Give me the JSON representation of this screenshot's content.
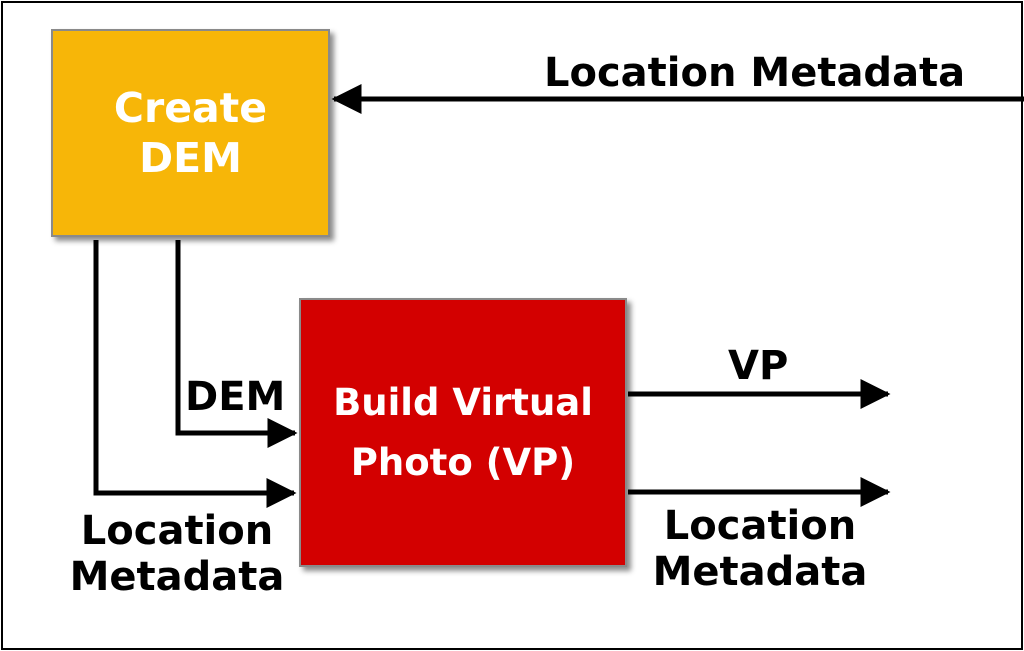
{
  "boxes": {
    "create_dem": {
      "line1": "Create",
      "line2": "DEM",
      "fill": "#f7b608"
    },
    "build_vp": {
      "line1": "Build Virtual",
      "line2": "Photo (VP)",
      "fill": "#d30000"
    }
  },
  "labels": {
    "top_location_metadata": "Location Metadata",
    "dem": "DEM",
    "vp": "VP",
    "left_location": "Location",
    "left_metadata": "Metadata",
    "right_location": "Location",
    "right_metadata": "Metadata"
  },
  "colors": {
    "text": "#ffffff",
    "arrow": "#000000",
    "box_border": "#8a8a8a"
  }
}
